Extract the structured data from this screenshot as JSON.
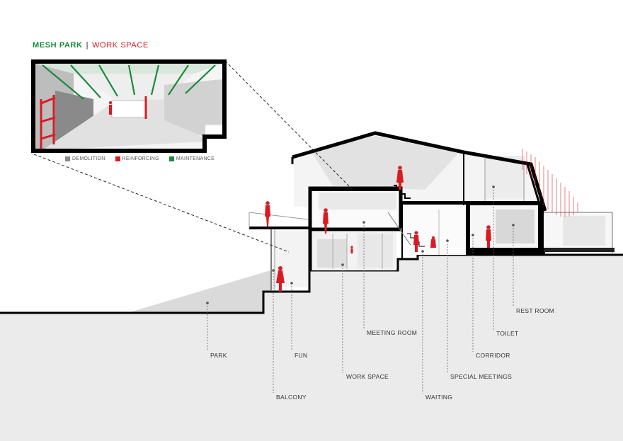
{
  "title": {
    "brand": "MESH PARK",
    "separator": "|",
    "subtitle": "WORK SPACE"
  },
  "legend": [
    {
      "label": "DEMOLITION",
      "color": "#8a8a8a"
    },
    {
      "label": "REINFORCING",
      "color": "#d81b23"
    },
    {
      "label": "MAINTENANCE",
      "color": "#1b8a3a"
    }
  ],
  "labels": {
    "park": "PARK",
    "balcony": "BALCONY",
    "fun": "FUN",
    "work_space": "WORK SPACE",
    "meeting_room": "MEETING ROOM",
    "waiting": "WAITING",
    "special_meetings": "SPECIAL MEETINGS",
    "corridor": "CORRIDOR",
    "toilet": "TOILET",
    "rest_room": "REST ROOM"
  },
  "colors": {
    "accent_red": "#d81b23",
    "accent_green": "#1b8a3a",
    "ground": "#ebebeb",
    "line": "#000000"
  }
}
